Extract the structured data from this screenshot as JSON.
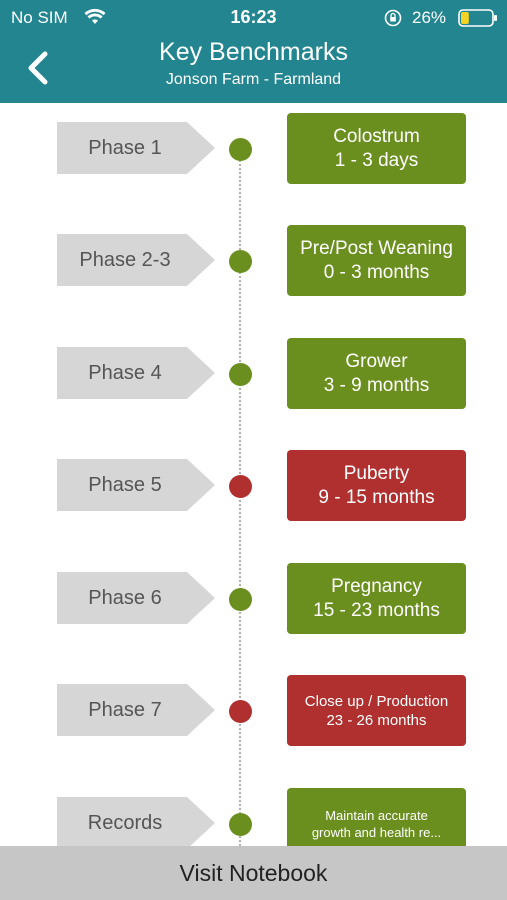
{
  "status_bar": {
    "carrier": "No SIM",
    "time": "16:23",
    "battery_percent": "26%",
    "battery_level": 0.26,
    "icons": [
      "wifi-icon",
      "orientation-lock-icon",
      "battery-icon"
    ]
  },
  "nav": {
    "title": "Key Benchmarks",
    "subtitle": "Jonson Farm - Farmland",
    "back_icon": "chevron-left-icon"
  },
  "colors": {
    "header": "#22858f",
    "green": "#6a8f1f",
    "red": "#b03030",
    "tag": "#d6d6d6",
    "bottom_bar": "#c6c6c6"
  },
  "timeline": [
    {
      "phase": "Phase 1",
      "status": "green",
      "stage": "Colostrum",
      "range": "1 - 3 days"
    },
    {
      "phase": "Phase 2-3",
      "status": "green",
      "stage": "Pre/Post Weaning",
      "range": "0 - 3 months"
    },
    {
      "phase": "Phase 4",
      "status": "green",
      "stage": "Grower",
      "range": "3 - 9 months"
    },
    {
      "phase": "Phase 5",
      "status": "red",
      "stage": "Puberty",
      "range": "9 - 15 months"
    },
    {
      "phase": "Phase 6",
      "status": "green",
      "stage": "Pregnancy",
      "range": "15 - 23 months"
    },
    {
      "phase": "Phase 7",
      "status": "red",
      "stage": "Close up / Production",
      "range": "23 - 26 months"
    },
    {
      "phase": "Records",
      "status": "green",
      "stage": "Maintain accurate",
      "range": "growth and health re..."
    }
  ],
  "bottom_button": {
    "label": "Visit Notebook"
  }
}
